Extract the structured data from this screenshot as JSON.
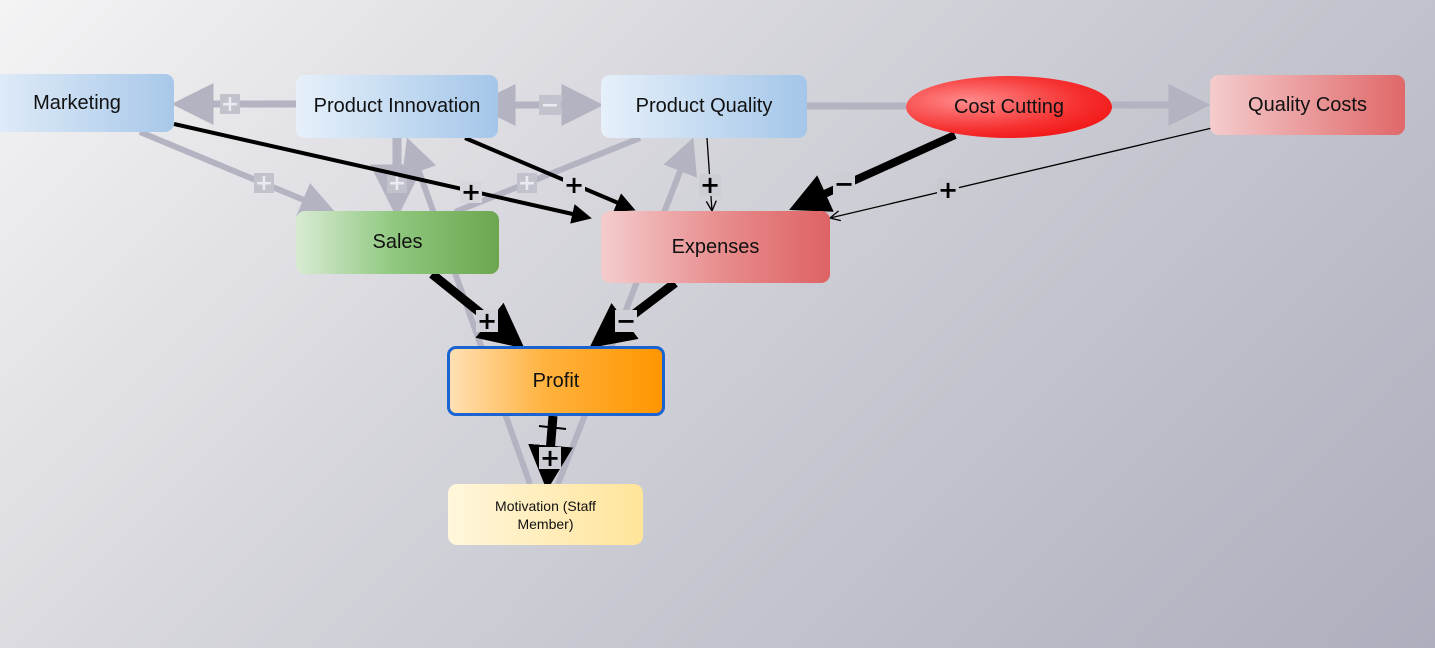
{
  "nodes": {
    "marketing": {
      "label": "Marketing",
      "color": "#a8c8e9"
    },
    "product_innovation": {
      "label": "Product Innovation",
      "color": "#a4c6e9"
    },
    "product_quality": {
      "label": "Product Quality",
      "color": "#a4c6e9"
    },
    "cost_cutting": {
      "label": "Cost Cutting",
      "color": "#ee0000"
    },
    "quality_costs": {
      "label": "Quality Costs",
      "color": "#e06869"
    },
    "sales": {
      "label": "Sales",
      "color": "#6ca64f"
    },
    "expenses": {
      "label": "Expenses",
      "color": "#de6364"
    },
    "profit": {
      "label": "Profit",
      "color": "#ff9600",
      "selected": true,
      "border_color": "#1c63d2"
    },
    "motivation": {
      "label": "Motivation (Staff Member)",
      "color": "#ffe49a"
    }
  },
  "edges": [
    {
      "id": "e-innovation-marketing",
      "from": "Product Innovation",
      "to": "Marketing",
      "sign": "+",
      "emphasis": "faded"
    },
    {
      "id": "e-quality-innovation",
      "from": "Product Quality",
      "to": "Product Innovation",
      "sign": "−",
      "emphasis": "faded",
      "bidirectional": true
    },
    {
      "id": "e-costcutting-quality",
      "from": "Cost Cutting",
      "to": "Product Quality",
      "sign": "",
      "emphasis": "faded"
    },
    {
      "id": "e-costcutting-qualitycosts",
      "from": "Cost Cutting",
      "to": "Quality Costs",
      "sign": "",
      "emphasis": "faded"
    },
    {
      "id": "e-marketing-sales",
      "from": "Marketing",
      "to": "Sales",
      "sign": "+",
      "emphasis": "faded"
    },
    {
      "id": "e-innovation-sales",
      "from": "Product Innovation",
      "to": "Sales",
      "sign": "+",
      "emphasis": "faded"
    },
    {
      "id": "e-quality-sales",
      "from": "Product Quality",
      "to": "Sales",
      "sign": "+",
      "emphasis": "faded"
    },
    {
      "id": "e-motivation-innovation",
      "from": "Motivation (Staff Member)",
      "to": "Product Innovation",
      "sign": "",
      "emphasis": "faded"
    },
    {
      "id": "e-motivation-quality",
      "from": "Motivation (Staff Member)",
      "to": "Product Quality",
      "sign": "",
      "emphasis": "faded"
    },
    {
      "id": "e-marketing-expenses",
      "from": "Marketing",
      "to": "Expenses",
      "sign": "+",
      "emphasis": "strong"
    },
    {
      "id": "e-innovation-expenses",
      "from": "Product Innovation",
      "to": "Expenses",
      "sign": "+",
      "emphasis": "strong"
    },
    {
      "id": "e-quality-expenses",
      "from": "Product Quality",
      "to": "Expenses",
      "sign": "+",
      "emphasis": "thin"
    },
    {
      "id": "e-costcutting-expenses",
      "from": "Cost Cutting",
      "to": "Expenses",
      "sign": "−",
      "emphasis": "heavy"
    },
    {
      "id": "e-qualitycosts-expenses",
      "from": "Quality Costs",
      "to": "Expenses",
      "sign": "+",
      "emphasis": "thin"
    },
    {
      "id": "e-sales-profit",
      "from": "Sales",
      "to": "Profit",
      "sign": "+",
      "emphasis": "heavy"
    },
    {
      "id": "e-expenses-profit",
      "from": "Expenses",
      "to": "Profit",
      "sign": "−",
      "emphasis": "heavy"
    },
    {
      "id": "e-profit-motivation",
      "from": "Profit",
      "to": "Motivation (Staff Member)",
      "sign": "+",
      "emphasis": "heavy",
      "delay_mark": true
    }
  ],
  "colors": {
    "faded_edge": "#b3b3c2",
    "strong_edge": "#000000"
  }
}
